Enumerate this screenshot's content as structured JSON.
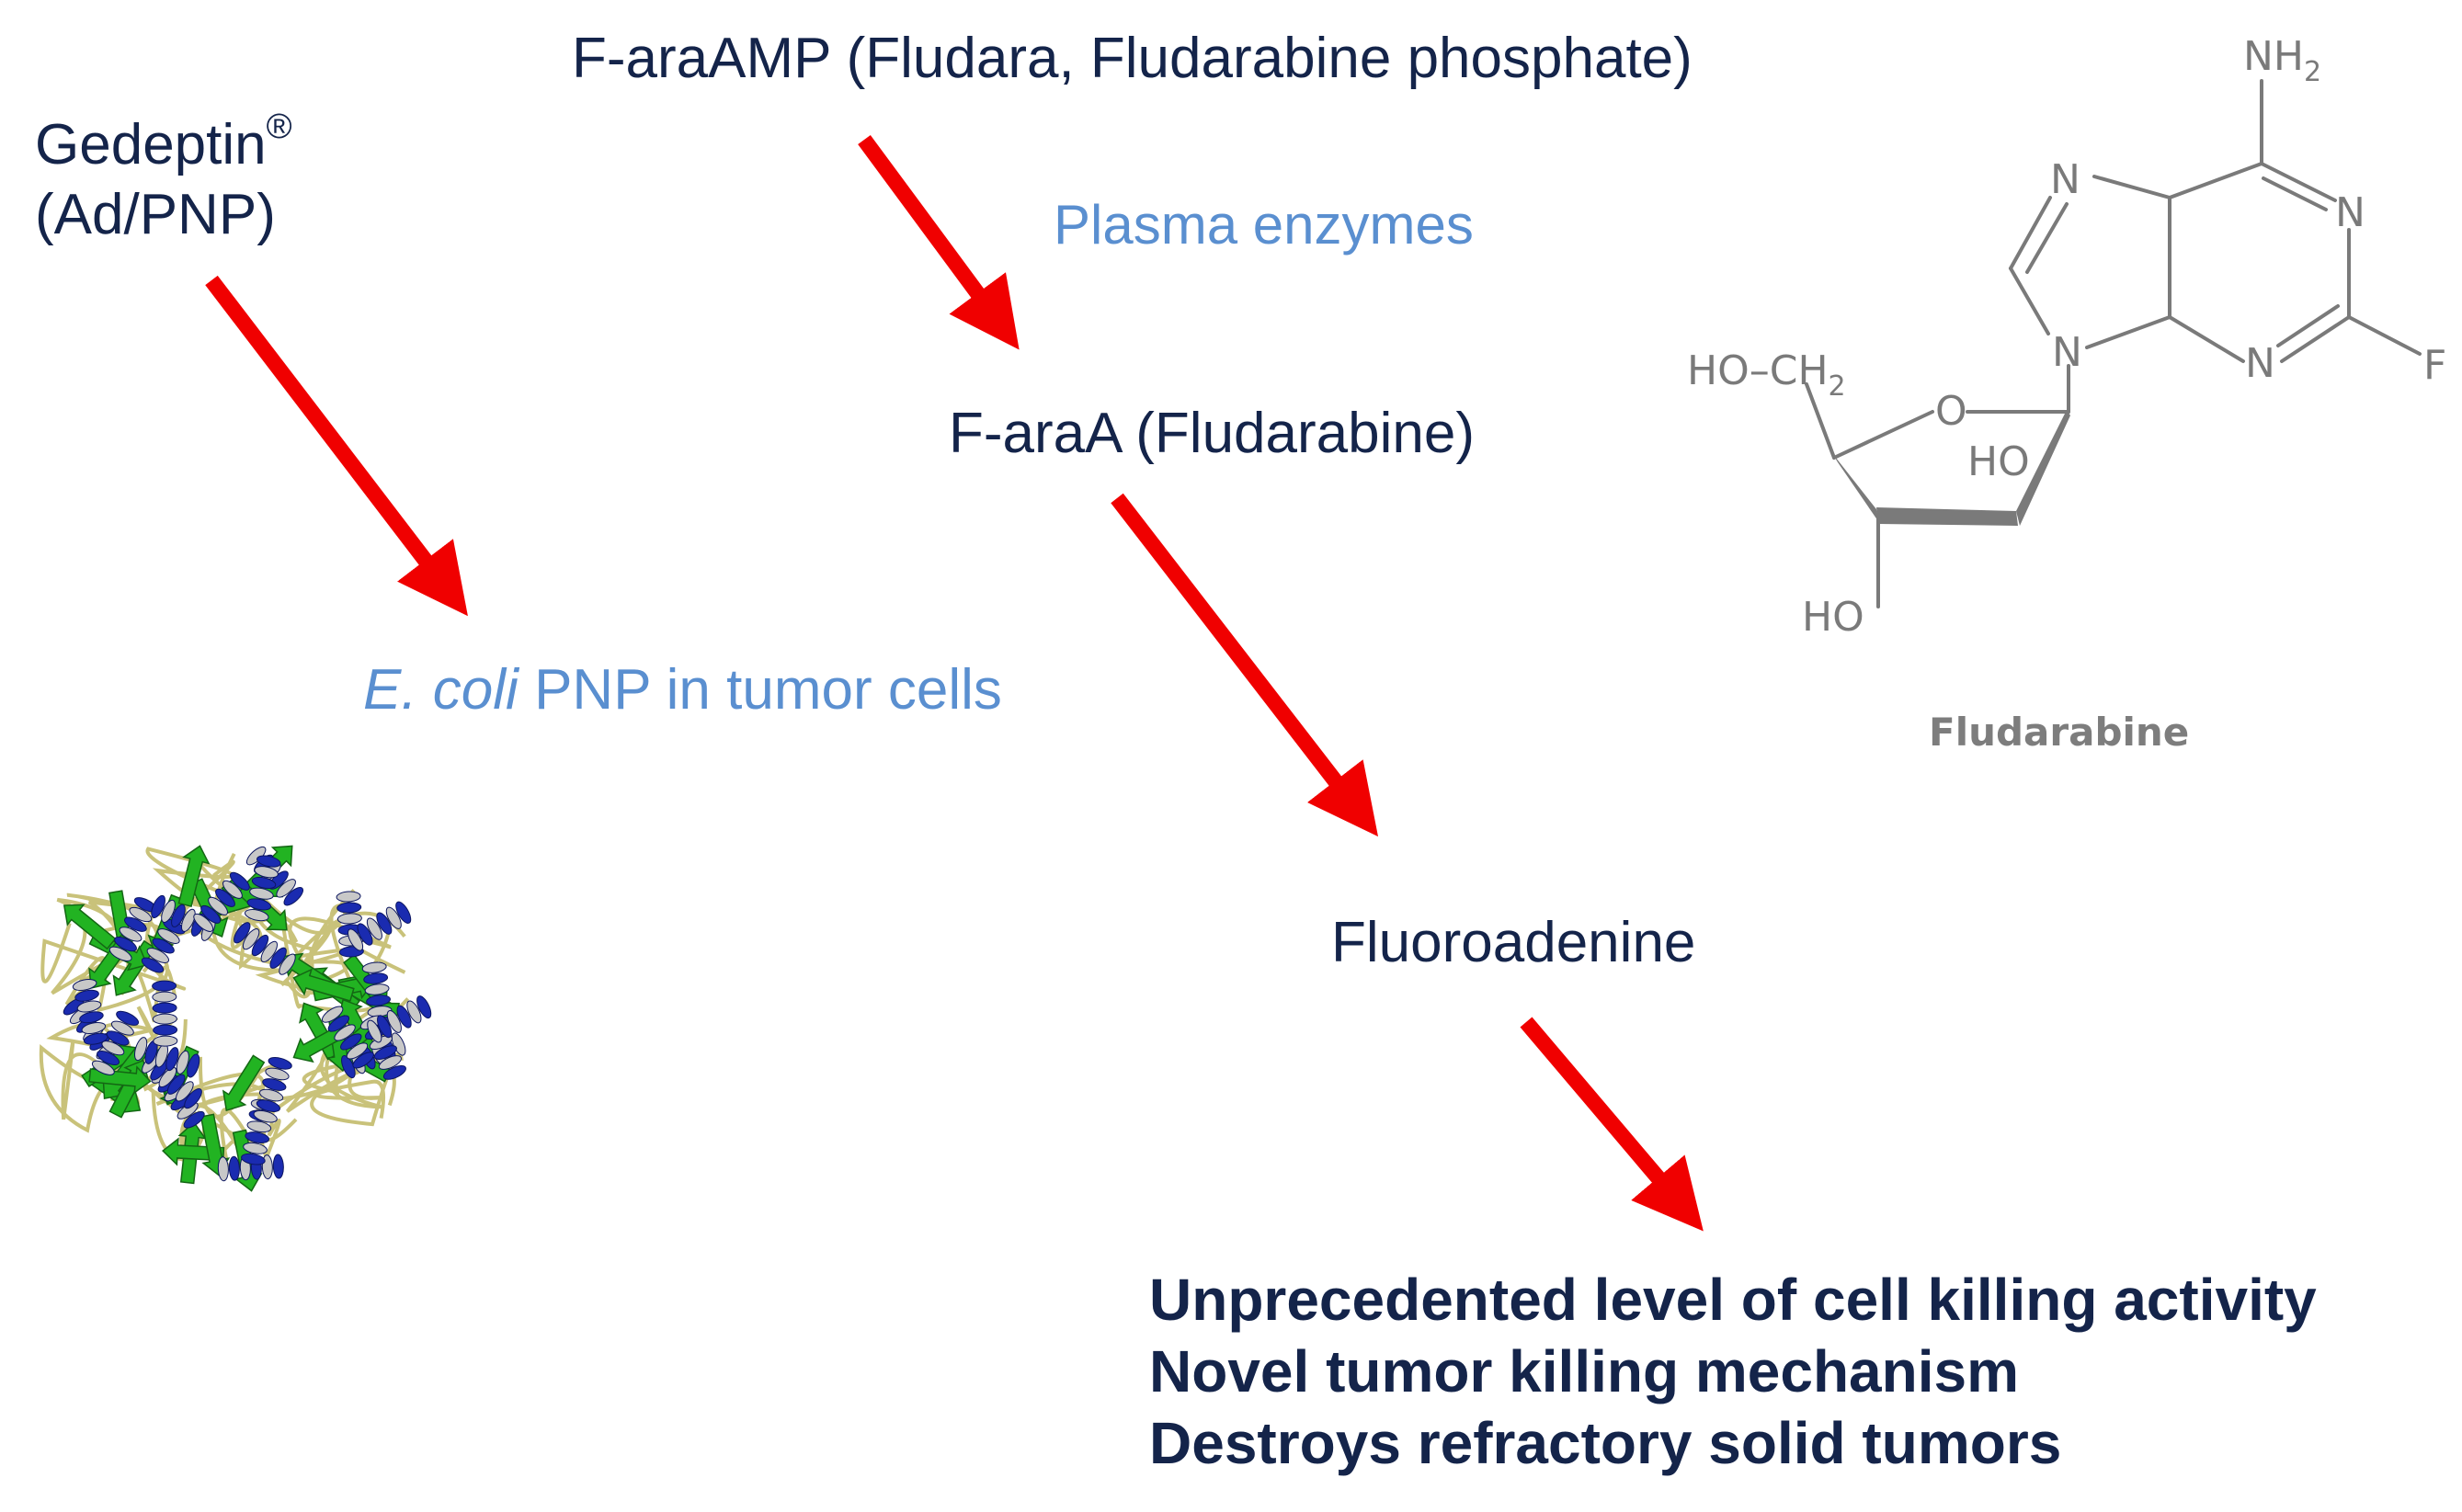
{
  "nodes": {
    "prodrug": "F-araAMP (Fludara, Fludarabine phosphate)",
    "vector_name": "Gedeptin",
    "vector_mark": "®",
    "vector_detail": "(Ad/PNP)",
    "plasma_enzymes": "Plasma enzymes",
    "fludarabine": "F-araA (Fludarabine)",
    "enzyme_italic": "E. coli",
    "enzyme_rest": " PNP in tumor cells",
    "product": "Fluoroadenine"
  },
  "outcomes": [
    "Unprecedented level of cell killing activity",
    "Novel tumor killing mechanism",
    "Destroys refractory solid tumors"
  ],
  "structure": {
    "caption": "Fludarabine",
    "atoms": {
      "nh2": "NH",
      "nh2_sub": "2",
      "n": "N",
      "f": "F",
      "ho_ch2": "HO–CH",
      "ch2_sub": "2",
      "o": "O",
      "ho_ring": "HO",
      "ho_bottom": "HO"
    }
  },
  "colors": {
    "arrow": "#f00000",
    "text_dark": "#14244a",
    "text_blue": "#5a8fd0",
    "structure": "#7a7a7a",
    "helix_blue": "#1a2bb0",
    "sheet_green": "#22b322",
    "coil_yellow": "#c9c27a"
  }
}
